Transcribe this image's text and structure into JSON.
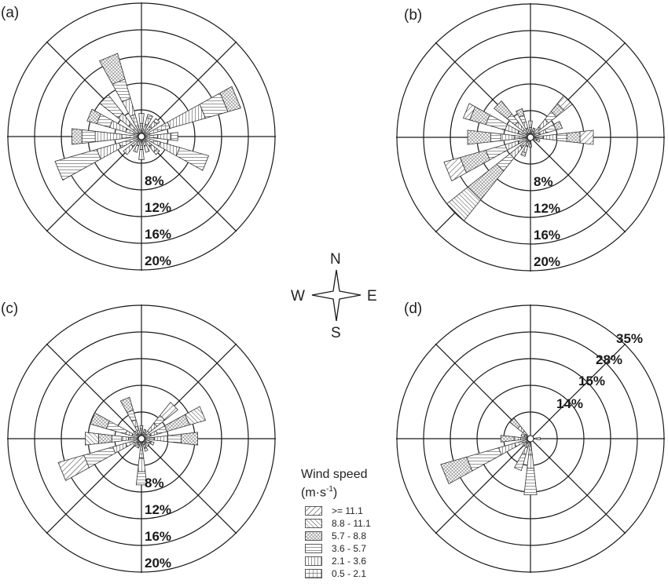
{
  "figure": {
    "compass": {
      "n": "N",
      "e": "E",
      "s": "S",
      "w": "W"
    },
    "legend": {
      "title": "Wind speed",
      "unit_base": "(m·s",
      "unit_exp": "-1",
      "unit_close": ")",
      "items": [
        {
          "label": ">= 11.1",
          "pattern": "fwd-diag"
        },
        {
          "label": "8.8 - 11.1",
          "pattern": "back-diag"
        },
        {
          "label": "5.7 -  8.8",
          "pattern": "dots"
        },
        {
          "label": "3.6 -  5.7",
          "pattern": "horiz"
        },
        {
          "label": "2.1 -  3.6",
          "pattern": "vert"
        },
        {
          "label": "0.5 -  2.1",
          "pattern": "grid"
        }
      ]
    },
    "line_color": "#1a1a1a"
  },
  "chart_data": [
    {
      "type": "wind-rose",
      "panel": "(a)",
      "ring_labels": [
        "8%",
        "12%",
        "16%",
        "20%"
      ],
      "rings_percent": [
        4,
        8,
        12,
        16,
        20
      ],
      "speed_classes": [
        "0.5-2.1",
        "2.1-3.6",
        "3.6-5.7",
        "5.7-8.8",
        "8.8-11.1",
        ">=11.1"
      ],
      "directions": [
        "N",
        "NNE",
        "NE",
        "ENE",
        "E",
        "ESE",
        "SE",
        "SSE",
        "S",
        "SSW",
        "SW",
        "WSW",
        "W",
        "WNW",
        "NW",
        "NNW"
      ],
      "series": [
        {
          "dir": "N",
          "values": [
            1.5,
            1.5,
            0,
            0,
            0,
            0
          ]
        },
        {
          "dir": "NNE",
          "values": [
            1.5,
            1.0,
            0.5,
            0,
            0,
            0
          ]
        },
        {
          "dir": "NE",
          "values": [
            1.5,
            1.0,
            0.5,
            0,
            0,
            0
          ]
        },
        {
          "dir": "ENE",
          "values": [
            4.0,
            5.5,
            3.5,
            2.0,
            0,
            0
          ]
        },
        {
          "dir": "E",
          "values": [
            2.0,
            2.0,
            1.0,
            0,
            0,
            0
          ]
        },
        {
          "dir": "ESE",
          "values": [
            2.5,
            3.0,
            4.5,
            0,
            0,
            0
          ]
        },
        {
          "dir": "SE",
          "values": [
            1.5,
            1.0,
            0.5,
            0,
            0,
            0
          ]
        },
        {
          "dir": "SSE",
          "values": [
            1.0,
            1.0,
            0,
            0,
            0,
            0
          ]
        },
        {
          "dir": "S",
          "values": [
            1.5,
            1.5,
            0,
            0,
            0,
            0
          ]
        },
        {
          "dir": "SSW",
          "values": [
            1.0,
            1.0,
            0,
            0,
            0,
            0
          ]
        },
        {
          "dir": "SW",
          "values": [
            1.5,
            1.5,
            0,
            0,
            0,
            0
          ]
        },
        {
          "dir": "WSW",
          "values": [
            3.0,
            3.5,
            6.5,
            0,
            0,
            0
          ]
        },
        {
          "dir": "W",
          "values": [
            2.5,
            4.0,
            2.0,
            1.5,
            0,
            0
          ]
        },
        {
          "dir": "WNW",
          "values": [
            2.0,
            2.5,
            2.0,
            1.5,
            0,
            0
          ]
        },
        {
          "dir": "NW",
          "values": [
            2.0,
            2.0,
            3.5,
            0,
            0,
            0
          ]
        },
        {
          "dir": "NNW",
          "values": [
            3.0,
            2.5,
            3.0,
            4.0,
            0,
            0
          ]
        }
      ]
    },
    {
      "type": "wind-rose",
      "panel": "(b)",
      "ring_labels": [
        "8%",
        "12%",
        "16%",
        "20%"
      ],
      "rings_percent": [
        4,
        8,
        12,
        16,
        20
      ],
      "speed_classes": [
        "0.5-2.1",
        "2.1-3.6",
        "3.6-5.7",
        "5.7-8.8",
        "8.8-11.1",
        ">=11.1"
      ],
      "directions": [
        "N",
        "NNE",
        "NE",
        "ENE",
        "E",
        "ESE",
        "SE",
        "SSE",
        "S",
        "SSW",
        "SW",
        "WSW",
        "W",
        "WNW",
        "NW",
        "NNW"
      ],
      "series": [
        {
          "dir": "N",
          "values": [
            1.0,
            1.0,
            0,
            0,
            0,
            0
          ]
        },
        {
          "dir": "NNE",
          "values": [
            0.5,
            0.5,
            0,
            0,
            0,
            0
          ]
        },
        {
          "dir": "NE",
          "values": [
            1.5,
            1.5,
            1.5,
            1.5,
            0,
            1.5
          ]
        },
        {
          "dir": "ENE",
          "values": [
            1.0,
            1.0,
            1.5,
            1.0,
            0,
            0
          ]
        },
        {
          "dir": "E",
          "values": [
            1.5,
            2.0,
            1.5,
            2.0,
            0,
            2.0
          ]
        },
        {
          "dir": "ESE",
          "values": [
            0.5,
            0.5,
            0,
            0,
            0,
            0
          ]
        },
        {
          "dir": "SE",
          "values": [
            0,
            0,
            0,
            0,
            0,
            0
          ]
        },
        {
          "dir": "SSE",
          "values": [
            0,
            0,
            0,
            0,
            0,
            0
          ]
        },
        {
          "dir": "S",
          "values": [
            0.5,
            0.5,
            0,
            0,
            0,
            0
          ]
        },
        {
          "dir": "SSW",
          "values": [
            1.0,
            1.0,
            0.5,
            0,
            0,
            0
          ]
        },
        {
          "dir": "SW",
          "values": [
            1.5,
            2.0,
            2.5,
            5.5,
            4.0,
            0
          ]
        },
        {
          "dir": "WSW",
          "values": [
            1.5,
            2.0,
            3.0,
            4.0,
            0,
            2.5
          ]
        },
        {
          "dir": "W",
          "values": [
            2.0,
            2.0,
            1.5,
            3.5,
            0,
            0
          ]
        },
        {
          "dir": "WNW",
          "values": [
            1.5,
            2.0,
            3.0,
            2.5,
            0,
            1.0
          ]
        },
        {
          "dir": "NW",
          "values": [
            1.0,
            1.5,
            1.5,
            2.5,
            0,
            0
          ]
        },
        {
          "dir": "NNW",
          "values": [
            1.0,
            1.0,
            1.0,
            1.0,
            0,
            0
          ]
        }
      ]
    },
    {
      "type": "wind-rose",
      "panel": "(c)",
      "ring_labels": [
        "8%",
        "12%",
        "16%",
        "20%"
      ],
      "rings_percent": [
        4,
        8,
        12,
        16,
        20
      ],
      "speed_classes": [
        "0.5-2.1",
        "2.1-3.6",
        "3.6-5.7",
        "5.7-8.8",
        "8.8-11.1",
        ">=11.1"
      ],
      "directions": [
        "N",
        "NNE",
        "NE",
        "ENE",
        "E",
        "ESE",
        "SE",
        "SSE",
        "S",
        "SSW",
        "SW",
        "WSW",
        "W",
        "WNW",
        "NW",
        "NNW"
      ],
      "series": [
        {
          "dir": "N",
          "values": [
            1.0,
            0.5,
            0,
            0,
            0,
            0
          ]
        },
        {
          "dir": "NNE",
          "values": [
            0.5,
            0.5,
            0,
            0,
            0,
            0
          ]
        },
        {
          "dir": "NE",
          "values": [
            1.0,
            1.5,
            1.5,
            0,
            0,
            2.5
          ]
        },
        {
          "dir": "ENE",
          "values": [
            1.0,
            1.0,
            1.5,
            3.5,
            2.5,
            0
          ]
        },
        {
          "dir": "E",
          "values": [
            1.5,
            2.0,
            2.0,
            2.5,
            0,
            0
          ]
        },
        {
          "dir": "ESE",
          "values": [
            1.0,
            0.5,
            0,
            0,
            0,
            0
          ]
        },
        {
          "dir": "SE",
          "values": [
            0.5,
            0.5,
            0,
            0,
            0,
            0
          ]
        },
        {
          "dir": "SSE",
          "values": [
            0.5,
            0.5,
            0.5,
            0,
            0,
            0
          ]
        },
        {
          "dir": "S",
          "values": [
            2.5,
            2.0,
            2.0,
            0,
            0,
            0
          ]
        },
        {
          "dir": "SSW",
          "values": [
            0.5,
            0.5,
            0,
            0,
            0,
            0
          ]
        },
        {
          "dir": "SW",
          "values": [
            0.5,
            0.5,
            0,
            0,
            0,
            0
          ]
        },
        {
          "dir": "WSW",
          "values": [
            2.0,
            2.0,
            4.5,
            0,
            0,
            4.0
          ]
        },
        {
          "dir": "W",
          "values": [
            1.5,
            1.0,
            1.5,
            2.0,
            2.0,
            0
          ]
        },
        {
          "dir": "WNW",
          "values": [
            1.0,
            1.0,
            3.0,
            2.5,
            0,
            0
          ]
        },
        {
          "dir": "NW",
          "values": [
            0.5,
            0.5,
            0,
            0,
            0,
            0
          ]
        },
        {
          "dir": "NNW",
          "values": [
            1.5,
            1.0,
            1.5,
            2.0,
            0,
            0
          ]
        }
      ]
    },
    {
      "type": "wind-rose",
      "panel": "(d)",
      "ring_labels": [
        "14%",
        "15%",
        "28%",
        "35%"
      ],
      "rings_percent": [
        4,
        8,
        12,
        16,
        20
      ],
      "speed_classes": [
        "0.5-2.1",
        "2.1-3.6",
        "3.6-5.7",
        "5.7-8.8",
        "8.8-11.1",
        ">=11.1"
      ],
      "directions": [
        "N",
        "NNE",
        "NE",
        "ENE",
        "E",
        "ESE",
        "SE",
        "SSE",
        "S",
        "SSW",
        "SW",
        "WSW",
        "W",
        "WNW",
        "NW",
        "NNW"
      ],
      "series": [
        {
          "dir": "N",
          "values": [
            0,
            0,
            0,
            0,
            0,
            0
          ]
        },
        {
          "dir": "NNE",
          "values": [
            0,
            0,
            0,
            0,
            0,
            0
          ]
        },
        {
          "dir": "NE",
          "values": [
            0,
            0,
            0,
            0,
            0,
            0
          ]
        },
        {
          "dir": "ENE",
          "values": [
            0,
            0,
            0,
            0,
            0,
            0
          ]
        },
        {
          "dir": "E",
          "values": [
            0.5,
            0.5,
            0,
            0,
            0,
            0
          ]
        },
        {
          "dir": "ESE",
          "values": [
            0,
            0,
            0,
            0,
            0,
            0
          ]
        },
        {
          "dir": "SE",
          "values": [
            0,
            0,
            0,
            0,
            0,
            0
          ]
        },
        {
          "dir": "SSE",
          "values": [
            0,
            0,
            0,
            0,
            0,
            0
          ]
        },
        {
          "dir": "S",
          "values": [
            2.0,
            2.0,
            4.0,
            0,
            0,
            0
          ]
        },
        {
          "dir": "SSW",
          "values": [
            1.0,
            1.0,
            2.5,
            0,
            0,
            0
          ]
        },
        {
          "dir": "SW",
          "values": [
            0.5,
            0.5,
            0,
            0,
            0,
            0
          ]
        },
        {
          "dir": "WSW",
          "values": [
            2.0,
            2.5,
            5.0,
            4.0,
            0,
            0
          ]
        },
        {
          "dir": "W",
          "values": [
            1.0,
            1.0,
            0,
            2.0,
            0,
            0
          ]
        },
        {
          "dir": "WNW",
          "values": [
            0.5,
            0.5,
            0,
            0,
            0,
            0
          ]
        },
        {
          "dir": "NW",
          "values": [
            1.0,
            1.0,
            0,
            1.5,
            0,
            0
          ]
        },
        {
          "dir": "NNW",
          "values": [
            0,
            0,
            0,
            0,
            0,
            0
          ]
        }
      ]
    }
  ]
}
